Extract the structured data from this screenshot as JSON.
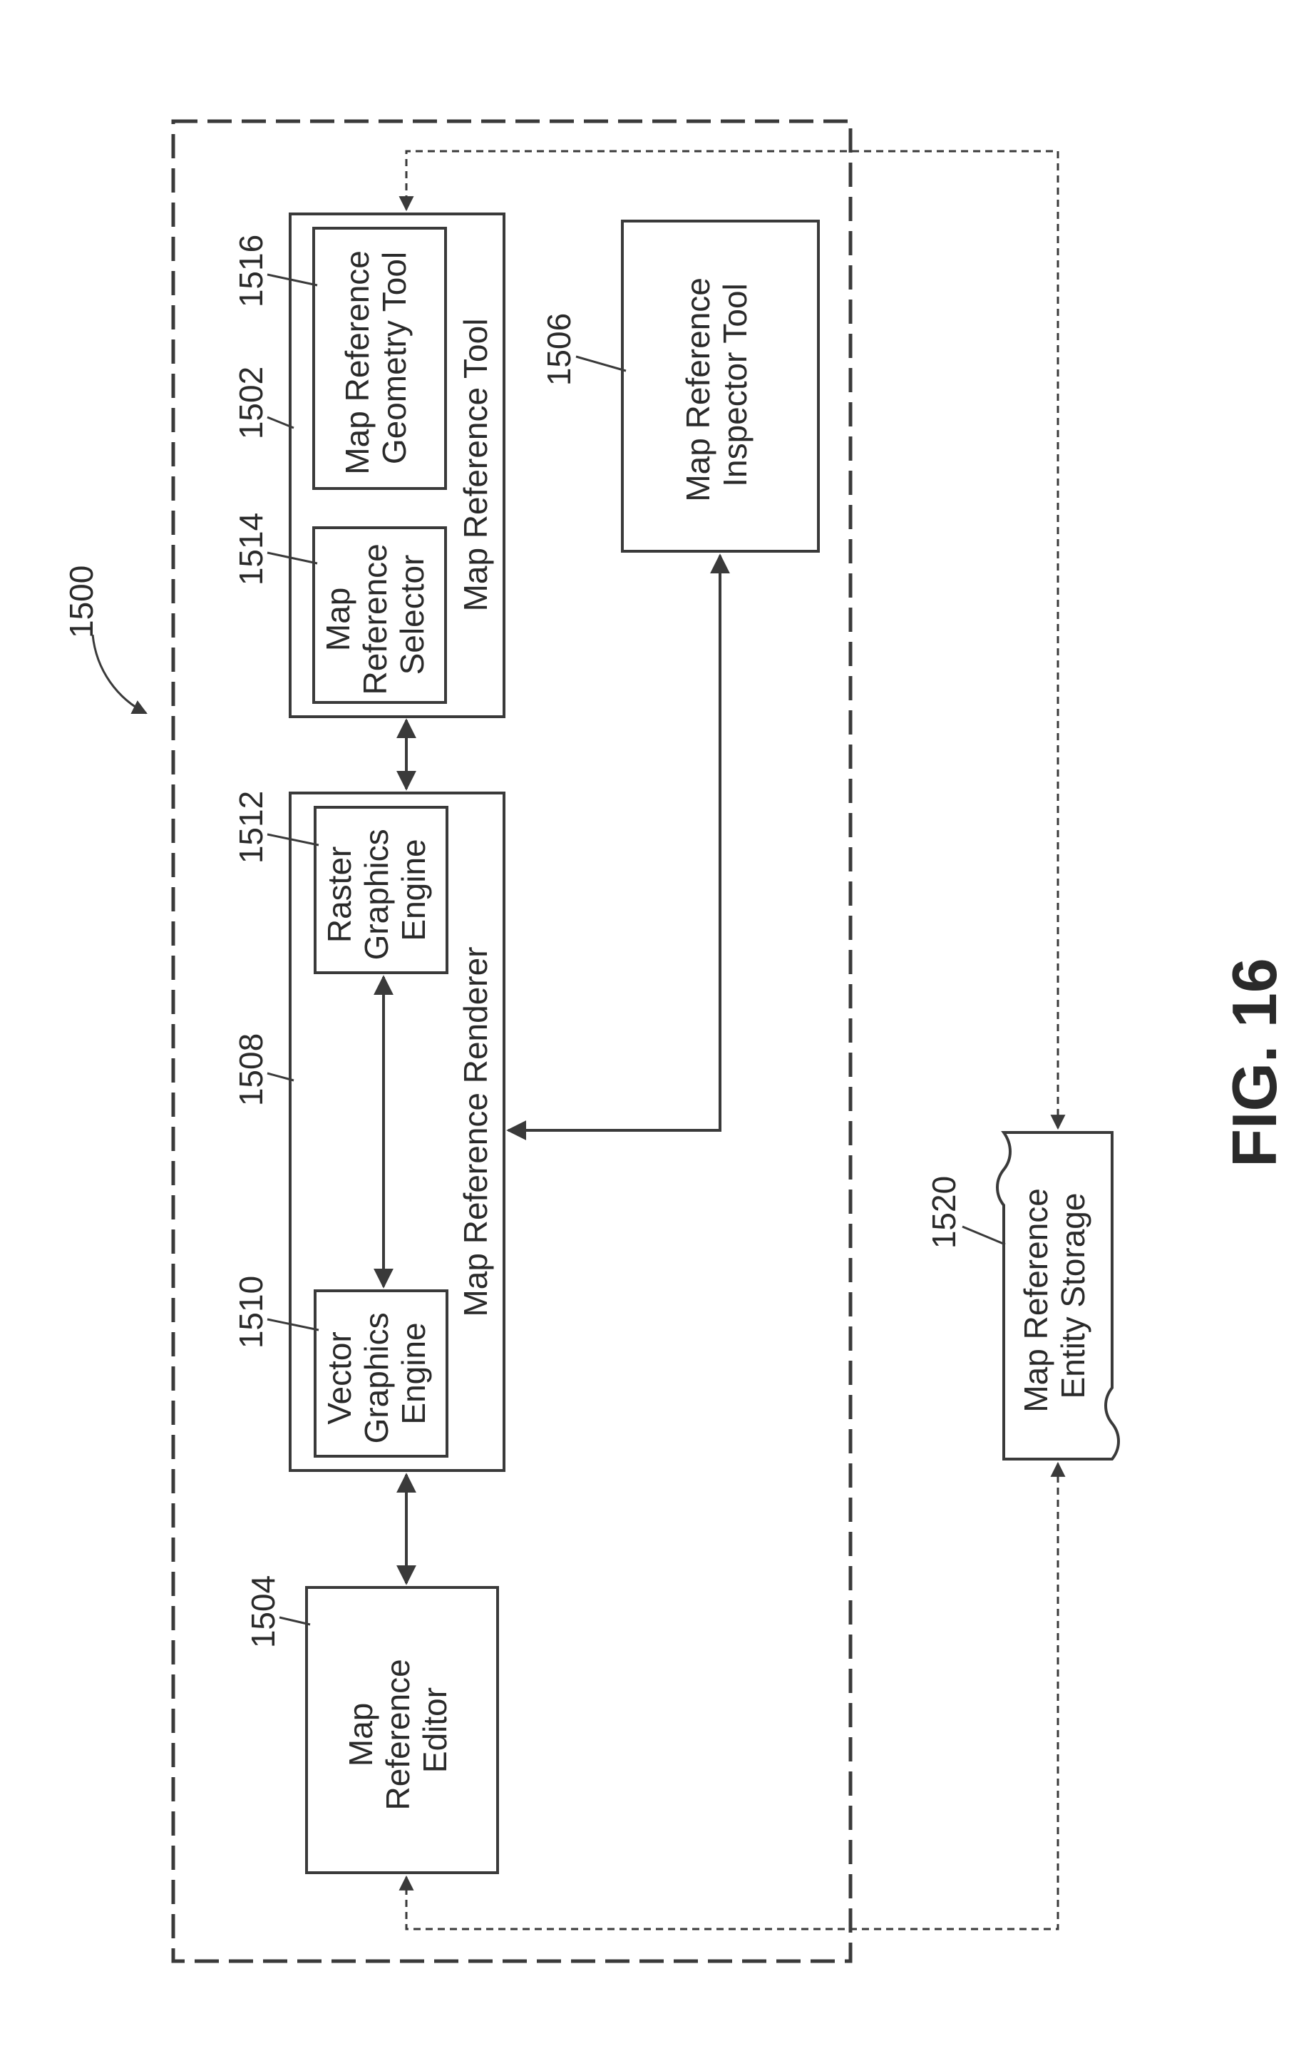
{
  "figure": {
    "number_label": "FIG. 16",
    "system_ref": "1500"
  },
  "components": {
    "map_reference_tool": {
      "ref": "1502",
      "label": "Map Reference Tool"
    },
    "map_reference_selector": {
      "ref": "1514",
      "lines": [
        "Map",
        "Reference",
        "Selector"
      ]
    },
    "map_reference_geometry_tool": {
      "ref": "1516",
      "lines": [
        "Map Reference",
        "Geometry Tool"
      ]
    },
    "map_reference_inspector_tool": {
      "ref": "1506",
      "lines": [
        "Map Reference",
        "Inspector Tool"
      ]
    },
    "map_reference_renderer": {
      "ref": "1508",
      "label": "Map Reference Renderer"
    },
    "raster_graphics_engine": {
      "ref": "1512",
      "lines": [
        "Raster",
        "Graphics",
        "Engine"
      ]
    },
    "vector_graphics_engine": {
      "ref": "1510",
      "lines": [
        "Vector",
        "Graphics",
        "Engine"
      ]
    },
    "map_reference_editor": {
      "ref": "1504",
      "lines": [
        "Map",
        "Reference",
        "Editor"
      ]
    },
    "map_reference_entity_storage": {
      "ref": "1520",
      "lines": [
        "Map Reference",
        "Entity Storage"
      ]
    }
  }
}
